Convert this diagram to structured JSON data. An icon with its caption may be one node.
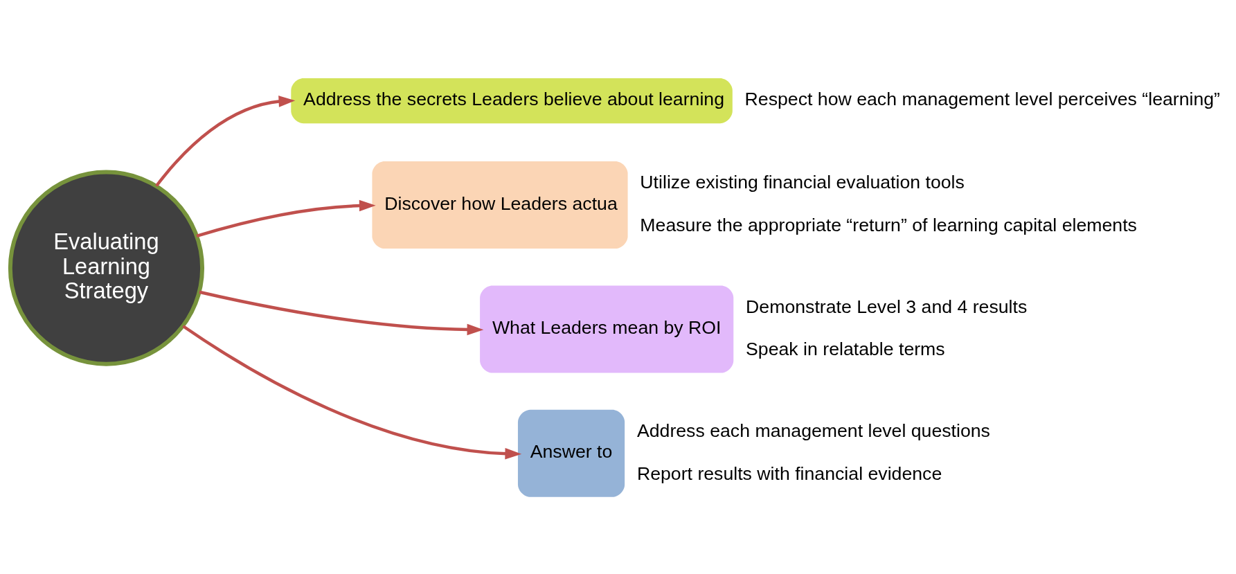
{
  "diagram": {
    "nodes": [
      {
        "text": [
          "Evaluating Learning Strategy"
        ]
      },
      {
        "text": [
          "Address the secrets Leaders believe about learning"
        ],
        "beside": [
          "Respect how each management level perceives “learning”"
        ]
      },
      {
        "text": [
          "Discover how Leaders actua"
        ],
        "beside": [
          "Utilize existing financial evaluation tools",
          "Measure the appropriate “return” of learning capital elements"
        ]
      },
      {
        "text": [
          "What Leaders mean by ROI"
        ],
        "beside": [
          "Demonstrate Level 3 and 4 results",
          "Speak in relatable terms"
        ]
      },
      {
        "text": [
          "Answer to"
        ],
        "beside": [
          "Address each management level questions",
          "Report results with financial evidence"
        ]
      }
    ],
    "edges": [
      {
        "from": 0,
        "to": 1,
        "arrow": "to"
      },
      {
        "from": 0,
        "to": 2,
        "arrow": "to"
      },
      {
        "from": 0,
        "to": 3,
        "arrow": "to"
      },
      {
        "from": 0,
        "to": 4,
        "arrow": "to"
      }
    ]
  }
}
